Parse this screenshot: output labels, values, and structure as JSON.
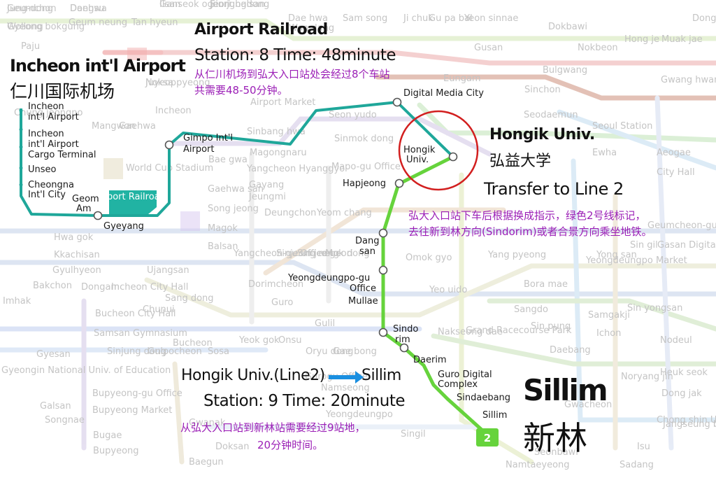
{
  "airport_railroad": {
    "title": "Airport Railroad",
    "stations_time": "Station: 8   Time: 48minute",
    "note_zh_line1": "从仁川机场到弘大入口站处会经过8个车站",
    "note_zh_line2": "共需要48-50分钟。"
  },
  "incheon": {
    "title": "Incheon int'l Airport",
    "title_zh": "仁川国际机场"
  },
  "hongik": {
    "title": "Hongik Univ.",
    "title_zh": "弘益大学",
    "transfer": "Transfer to Line 2",
    "note_zh_line1": "弘大入口站下车后根据换成指示，绿色2号线标记，",
    "note_zh_line2": "去往新到林方向(Sindorim)或者合景方向乘坐地铁。"
  },
  "route2": {
    "from": "Hongik Univ.(Line2)",
    "to": "Sillim",
    "stations_time": "Station: 9  Time: 20minute",
    "note_zh_line1": "从弘大入口站到新林站需要经过9站地，",
    "note_zh_line2": "20分钟时间。"
  },
  "sillim": {
    "title": "Sillim",
    "title_zh": "新林"
  },
  "airport_line_stations": [
    "Incheon int'l Airport",
    "Incheon int'l Airport Cargo Terminal",
    "Unseo",
    "Cheongna Int'l City",
    "Geom Am",
    "Gyeyang",
    "Gimpo Int'l Airport",
    "Digital Media City",
    "Hongik Univ."
  ],
  "line2_stations": [
    "Hapjeong",
    "Dang san",
    "Yeongdeungpo-gu Office",
    "Mullae",
    "Sindo rim",
    "Daerim",
    "Guro Digital Complex",
    "Sindaebang",
    "Sillim"
  ],
  "badges": {
    "airport_railroad": "Airport Railroad",
    "line2": "2"
  },
  "background_labels": [
    "Geumchon",
    "Daehwa",
    "Ilsan",
    "Jeongbalsan",
    "Juyeop",
    "Wollong",
    "Geum neung",
    "Tan hyeun",
    "Paju",
    "Dae hwa",
    "Won dang",
    "Sam song",
    "Ji chuk",
    "Gu pa bal",
    "Yeon sinnae",
    "Dokbawi",
    "Nokbeon",
    "Bulgwang",
    "Hong je",
    "Muak jae",
    "Dong nimmun",
    "Gusan",
    "Eungam",
    "Sinchon",
    "Gwang hwamun",
    "Seodaemun",
    "Ewha",
    "Aeogae",
    "City Hall",
    "Seoul Station",
    "Chung jeongno",
    "Incheon",
    "Airport Market",
    "Sinbang hwa",
    "Magongnaru",
    "Yangcheon Hyanggyo",
    "Gayang",
    "Jeungmi",
    "Deungchon",
    "Yeom chang",
    "Sinmok dong",
    "Seon yudo",
    "Mapo-gu Office",
    "World Cup Stadium",
    "Mangwon",
    "Gaehwa",
    "Bae gwa",
    "Gaehwa san",
    "Song jeong",
    "Magok",
    "Balsan",
    "Ujangsan",
    "Hwa gok",
    "Kkachisan",
    "Gyulhyeon",
    "Bakchon",
    "Imhak",
    "Gyesan",
    "Gyeongin National Univ. of Education",
    "Galsan",
    "Bupyeong-gu Office",
    "Bupyeong Market",
    "Songnae",
    "Bugae",
    "Bupyeong",
    "Baegun",
    "Dongam",
    "Incheon City Hall",
    "Sang dong",
    "Bucheon City Hall",
    "Chunui",
    "Samsan Gymnasium",
    "Sinjung dong",
    "Gulpocheon",
    "Bucheon",
    "Sosa",
    "Yeok gok",
    "Onsu",
    "Oryu dong",
    "Gae bong",
    "Gulil",
    "Guro",
    "Dorimcheon",
    "Yangcheon-gu Office",
    "Sinjeong negeori",
    "Sin jeong",
    "Mok dong",
    "Omok gyo",
    "Yang pyeong",
    "Yeongdeungpo Market",
    "Yeo uido",
    "Yong san",
    "Sin gil",
    "Sin yongsan",
    "Samgakji",
    "Ichon",
    "Nodeul",
    "Heuk seok",
    "Dong jak",
    "Chong shin Univ.",
    "Isu",
    "Sadang",
    "Namtaeyeong",
    "Seonbawi",
    "Gwacheon",
    "Grand Racecourse Park",
    "Nakseong dae",
    "Bora mae",
    "Sin pung",
    "Daebang",
    "Noryang jin",
    "Jangseung baegi",
    "Sangdo",
    "Namseong",
    "Singil",
    "Yeongdeungpo",
    "Gurogu Office",
    "Doksan",
    "Gwanak",
    "Gasan Digital Complex",
    "Geumcheon-gu Office",
    "Jung-dong",
    "Dongsu",
    "Ganseok ogeori",
    "Sin jungdong",
    "Noksa pyeong",
    "Gyeong bokgung"
  ]
}
